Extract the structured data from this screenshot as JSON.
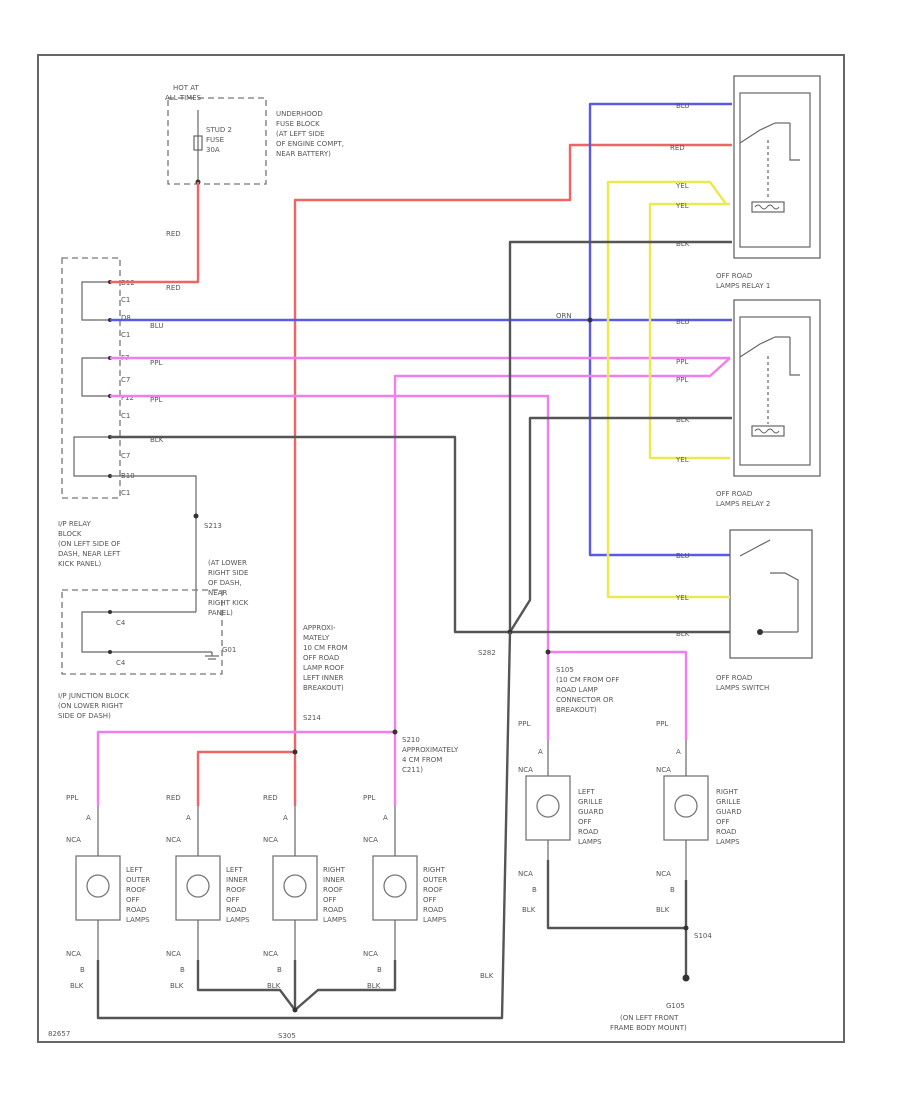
{
  "fuse_block": {
    "hot_label_1": "HOT AT",
    "hot_label_2": "ALL TIMES",
    "stud_1": "STUD 2",
    "stud_2": "FUSE",
    "stud_3": "30A",
    "desc": [
      "UNDERHOOD",
      "FUSE BLOCK",
      "(AT LEFT SIDE",
      "OF ENGINE COMPT,",
      "NEAR BATTERY)"
    ]
  },
  "ip_relay_block": {
    "pins": [
      "C1",
      "C1",
      "C7",
      "C7",
      "C1",
      "C7",
      "C1"
    ],
    "pin_nums": [
      "B12",
      "D8",
      "F7",
      "F12",
      "B10"
    ],
    "desc": [
      "I/P RELAY",
      "BLOCK",
      "(ON LEFT SIDE OF",
      "DASH, NEAR LEFT",
      "KICK PANEL)"
    ]
  },
  "s213": {
    "id": "S213",
    "desc": [
      "(AT LOWER",
      "RIGHT SIDE",
      "OF DASH,",
      "NEAR",
      "RIGHT KICK",
      "PANEL)"
    ]
  },
  "ip_junction_block": {
    "pins": [
      "C4",
      "C4"
    ],
    "g_label": "G01",
    "desc": [
      "I/P JUNCTION BLOCK",
      "(ON LOWER RIGHT",
      "SIDE OF DASH)"
    ]
  },
  "wire_colors": {
    "red": "RED",
    "blu": "BLU",
    "ppl": "PPL",
    "blk": "BLK",
    "yel": "YEL",
    "orn": "ORN"
  },
  "colors": {
    "red": "#f06464",
    "blue": "#5a5ae6",
    "purple": "#f07ef0",
    "yellow": "#eaea50",
    "black": "#555555"
  },
  "relay1": {
    "desc": [
      "OFF ROAD",
      "LAMPS RELAY 1"
    ]
  },
  "relay2": {
    "desc": [
      "OFF ROAD",
      "LAMPS RELAY 2"
    ]
  },
  "switch": {
    "desc": [
      "OFF ROAD",
      "LAMPS SWITCH"
    ]
  },
  "s282": {
    "id": "S282"
  },
  "s105": {
    "id": "S105",
    "desc": [
      "(10 CM FROM OFF",
      "ROAD LAMP",
      "CONNECTOR OR",
      "BREAKOUT)"
    ]
  },
  "s214": {
    "id": "S214",
    "desc": [
      "APPROXI-",
      "MATELY",
      "10 CM FROM",
      "OFF ROAD",
      "LAMP ROOF",
      "LEFT INNER",
      "BREAKOUT)"
    ]
  },
  "s210": {
    "id": "S210",
    "desc": [
      "APPROXIMATELY",
      "4 CM FROM",
      "C211)"
    ]
  },
  "roof_lamps": [
    {
      "label": [
        "LEFT",
        "OUTER",
        "ROOF",
        "OFF",
        "ROAD",
        "LAMPS"
      ],
      "wire": "PPL",
      "pin_a": "A",
      "pin_b": "B",
      "conn_a": "NCA",
      "conn_b": "NCA"
    },
    {
      "label": [
        "LEFT",
        "INNER",
        "ROOF",
        "OFF",
        "ROAD",
        "LAMPS"
      ],
      "wire": "RED",
      "pin_a": "A",
      "pin_b": "B",
      "conn_a": "NCA",
      "conn_b": "NCA"
    },
    {
      "label": [
        "RIGHT",
        "INNER",
        "ROOF",
        "OFF",
        "ROAD",
        "LAMPS"
      ],
      "wire": "RED",
      "pin_a": "A",
      "pin_b": "B",
      "conn_a": "NCA",
      "conn_b": "NCA"
    },
    {
      "label": [
        "RIGHT",
        "OUTER",
        "ROOF",
        "OFF",
        "ROAD",
        "LAMPS"
      ],
      "wire": "PPL",
      "pin_a": "A",
      "pin_b": "B",
      "conn_a": "NCA",
      "conn_b": "NCA"
    }
  ],
  "grille_lamps": [
    {
      "label": [
        "LEFT",
        "GRILLE",
        "GUARD",
        "OFF",
        "ROAD",
        "LAMPS"
      ],
      "wire": "PPL",
      "pin_a": "A",
      "pin_b": "B",
      "conn_a": "NCA",
      "conn_b": "NCA"
    },
    {
      "label": [
        "RIGHT",
        "GRILLE",
        "GUARD",
        "OFF",
        "ROAD",
        "LAMPS"
      ],
      "wire": "PPL",
      "pin_a": "A",
      "pin_b": "B",
      "conn_a": "NCA",
      "conn_b": "NCA"
    }
  ],
  "s305": {
    "id": "S305"
  },
  "s104": {
    "id": "S104"
  },
  "g105": {
    "id": "G105",
    "desc": [
      "(ON LEFT FRONT",
      "FRAME BODY MOUNT)"
    ]
  },
  "footer": {
    "code": "82657"
  }
}
